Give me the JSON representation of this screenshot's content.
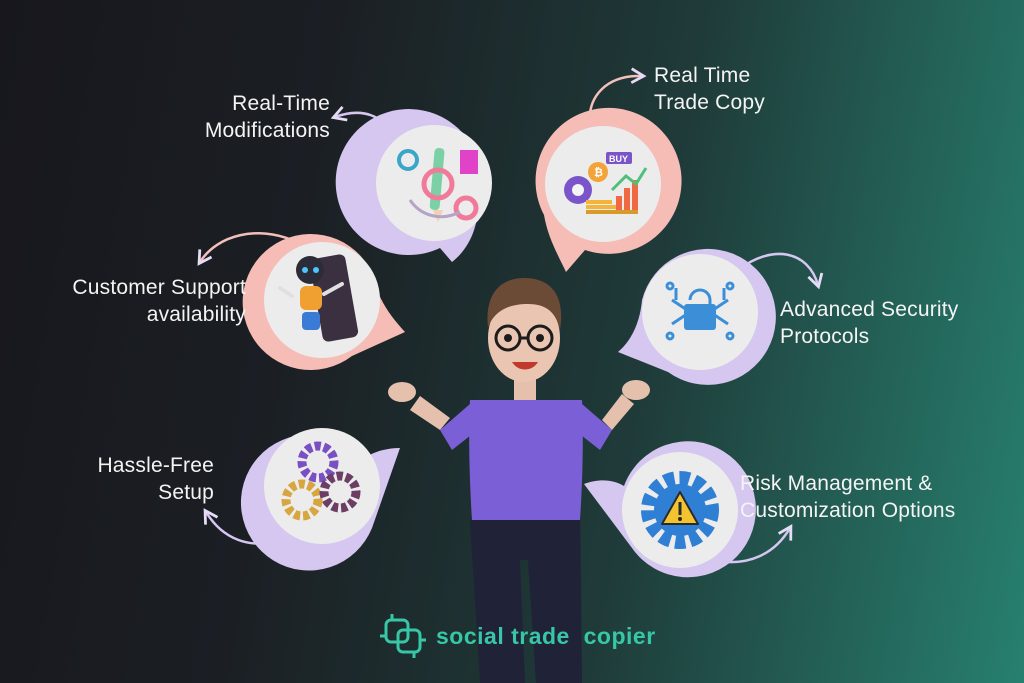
{
  "features": {
    "realtime_modifications": {
      "line1": "Real-Time",
      "line2": "Modifications",
      "icon": "pencil-gear-icon"
    },
    "realtime_copy": {
      "line1": "Real Time",
      "line2": "Trade Copy",
      "icon": "crypto-chart-icon"
    },
    "customer_support": {
      "line1": "Customer Support",
      "line2": "availability",
      "icon": "robot-support-icon"
    },
    "security": {
      "line1": "Advanced Security",
      "line2": "Protocols",
      "icon": "lock-circuit-icon"
    },
    "setup": {
      "line1": "Hassle-Free",
      "line2": "Setup",
      "icon": "gears-icon"
    },
    "risk": {
      "line1": "Risk Management &",
      "line2": "Customization Options",
      "icon": "warning-gear-icon"
    }
  },
  "brand": {
    "name": "social trade  copier",
    "color": "#37c6a6"
  },
  "colors": {
    "accent_pink": "#f4b8b4",
    "accent_lavender": "#d9c8f0",
    "shirt": "#7b5fd6",
    "teal": "#37c6a6"
  }
}
